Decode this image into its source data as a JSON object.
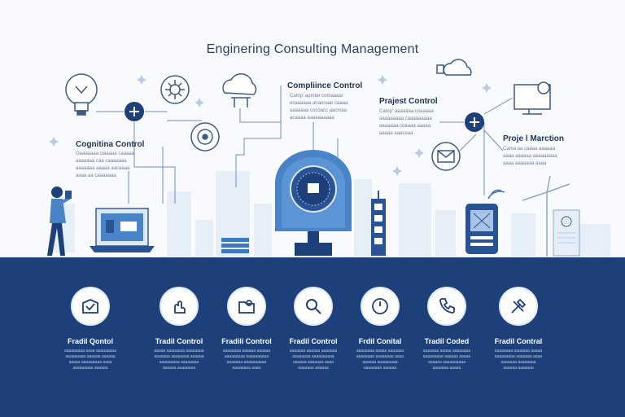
{
  "title": "Enginering Consulting Management",
  "labels": {
    "compliance": "Compliince Control",
    "cognitive": "Cognitina Control",
    "project": "Prajest Control",
    "mention": "Proje l Marction"
  },
  "notes": {
    "compliance": "Camp' aumtar comaaaar\nocaaaaaa ananoaar caaaa\naaaaaaa cocoacc aacmaa\nacaaaa aaaaaaaaaa",
    "cognitive": "Oaaaaaaa ciaaaaa caaaaa\naaaaaaa caa caaaaaaa\naaaaaaa aaaaa aacaaaa\naaaa aa caaaaaaa",
    "project": "Camp' aaaaaaa coaaaaa\naaaaaaaaa caaaaaaaaa\naaaaaaa coaaaa aaaaa\naaaaa aaacaaa",
    "mention": "Cama aa caaaa aaaaaa\naaaa aaaaaa aaaaaaaaa\naaaa aaaaaaa aaaa"
  },
  "features": [
    {
      "title": "Fradil Qontol",
      "desc": "aaaaaaaaa aaaa aaaaaaaaa\naaaaaaaaa aaaaaa aaaaaa\naaaaa aaaaaaaaa aaaa\naaaaaaaaa aaaaaa",
      "icon": "map-icon"
    },
    {
      "title": "Tradil Control",
      "desc": "aaaaa aaaaaaaa aaaaaaaa\naaaaaaa aaaaaaaa aaaaaa\naaaaaaaaa aaaaaaaa\naaaaaa aaaaaaaa",
      "icon": "hand-icon"
    },
    {
      "title": "Fradili Control",
      "desc": "aaaaaaaa aaaaaa aaaaaa\naaaaaaaaa aaaaaaaaaa\naaaaaaa aaaaaaaaaa\naaaaaaaa aaaa",
      "icon": "folder-icon"
    },
    {
      "title": "Fradil Control",
      "desc": "aaaaaaa aaaaaa aaaaaaa\naaaaaaaa aaaaaaaaaa\naaaaaa aaaaaaa aaaa\naaaaaaa aaaaaa",
      "icon": "search-icon"
    },
    {
      "title": "Frdil Conital",
      "desc": "aaaaaaaa aaaaa aaaaaaa\naaaaaaaa aaaaaaaa aaaa\naaaaaa aaaaaaaaa\naaaaaaaa aaaaaa",
      "icon": "timer-icon"
    },
    {
      "title": "Tradil Coded",
      "desc": "aaaaaaa aaaaa aaaaaaaa\naaaaaaaaa aaaaaa aaaaa\naaaaaa aaaaaaaaaa\naaaaaaa aaaaa",
      "icon": "phone-icon"
    },
    {
      "title": "Fradil Contral",
      "desc": "aaaaaaaa aaaaaaa aaaaa\naaaaaaaaa aaaaaaa aaaa\naaaaaaa aaaaaaaa\naaaaaa aaaaaaa",
      "icon": "tools-icon"
    }
  ],
  "colors": {
    "navy": "#1d3f7a",
    "accent": "#3f78c2",
    "light": "#dce8f6"
  }
}
